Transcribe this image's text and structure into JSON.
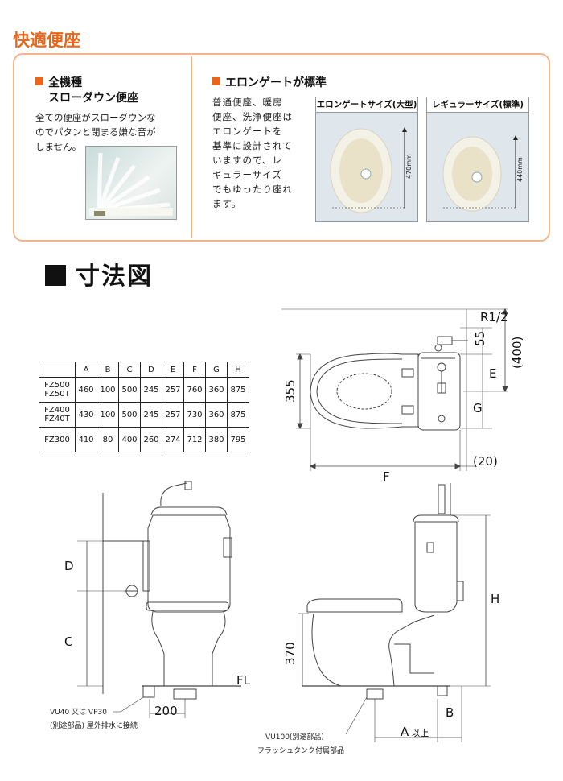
{
  "section_title": "快適便座",
  "feature_left": {
    "heading_line1": "全機種",
    "heading_line2": "スローダウン便座",
    "body_lines": [
      "全ての便座がスローダウンな",
      "のでパタンと閉まる嫌な音が",
      "しません。"
    ]
  },
  "feature_right": {
    "heading": "エロンゲートが標準",
    "body_lines": [
      "普通便座、暖房",
      "便座、洗浄便座は",
      "エロンゲートを",
      "基準に設計されて",
      "いますので、レ",
      "ギュラーサイズ",
      "でもゆったり座れ",
      "ます。"
    ],
    "photos": [
      {
        "caption": "エロンゲートサイズ(大型)",
        "measure": "470mm"
      },
      {
        "caption": "レギュラーサイズ(標準)",
        "measure": "440mm"
      }
    ]
  },
  "dimension_title": "寸法図",
  "spec_table": {
    "headers": [
      "",
      "A",
      "B",
      "C",
      "D",
      "E",
      "F",
      "G",
      "H"
    ],
    "rows": [
      {
        "model": [
          "FZ500",
          "FZ50T"
        ],
        "values": [
          "460",
          "100",
          "500",
          "245",
          "257",
          "760",
          "360",
          "875"
        ]
      },
      {
        "model": [
          "FZ400",
          "FZ40T"
        ],
        "values": [
          "430",
          "100",
          "500",
          "245",
          "257",
          "730",
          "360",
          "875"
        ]
      },
      {
        "model": [
          "FZ300"
        ],
        "values": [
          "410",
          "80",
          "400",
          "260",
          "274",
          "712",
          "380",
          "795"
        ]
      }
    ]
  },
  "diagram_labels": {
    "r12": "R1/2",
    "d55": "55",
    "d400": "(400)",
    "e": "E",
    "g": "G",
    "d355": "355",
    "d20": "(20)",
    "f": "F",
    "d": "D",
    "c": "C",
    "h": "H",
    "d370": "370",
    "fl": "FL",
    "d200": "200",
    "a": "A",
    "a_suffix": "以上",
    "b": "B",
    "note_vu40": "VU40 又は VP30",
    "note_vu40_2": "(別途部品) 屋外排水に接続",
    "note_vu100": "VU100(別途部品)",
    "note_flash": "フラッシュタンク付属部品"
  }
}
